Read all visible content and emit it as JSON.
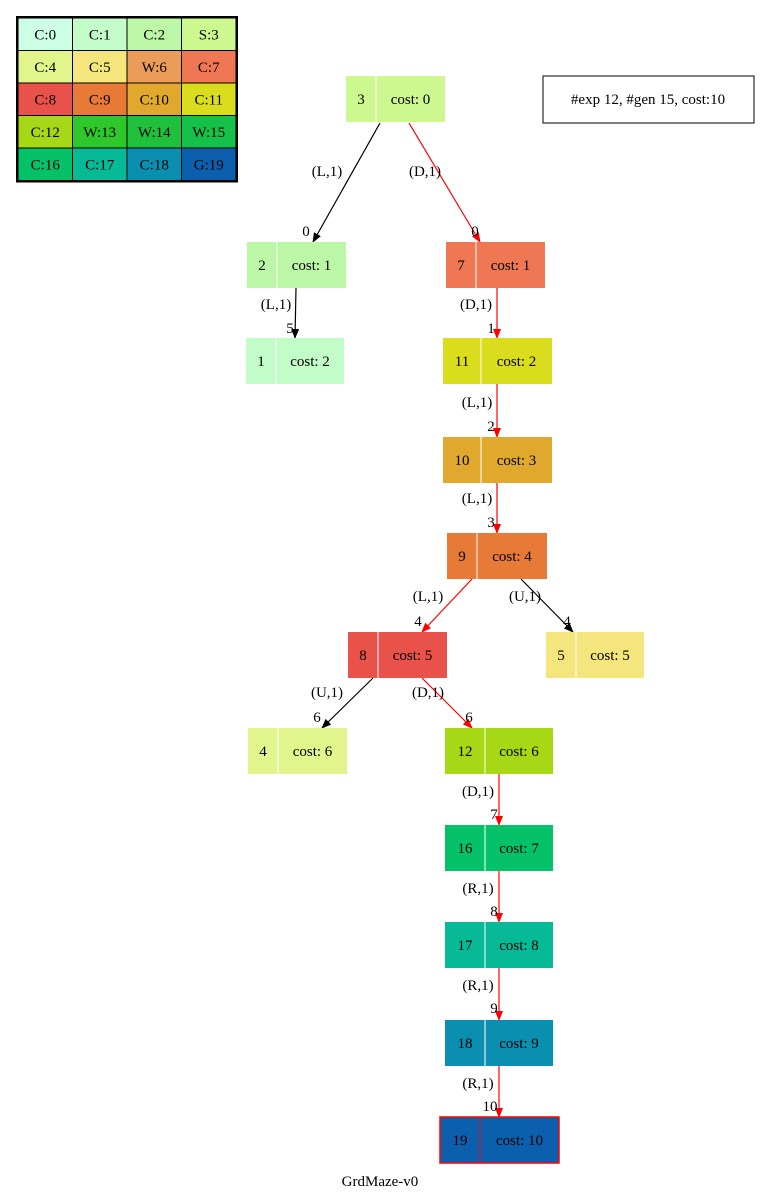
{
  "title": "GrdMaze-v0",
  "stats": "#exp 12, #gen 15, cost:10",
  "grid": [
    [
      {
        "label": "C:0",
        "color": "#ccffe6"
      },
      {
        "label": "C:1",
        "color": "#c2fcc9"
      },
      {
        "label": "C:2",
        "color": "#bcf7a7"
      },
      {
        "label": "S:3",
        "color": "#cdf78f"
      }
    ],
    [
      {
        "label": "C:4",
        "color": "#e2f58c"
      },
      {
        "label": "C:5",
        "color": "#f4e57d"
      },
      {
        "label": "W:6",
        "color": "#eb9c58"
      },
      {
        "label": "C:7",
        "color": "#ef7754"
      }
    ],
    [
      {
        "label": "C:8",
        "color": "#e9514b"
      },
      {
        "label": "C:9",
        "color": "#e77a37"
      },
      {
        "label": "C:10",
        "color": "#e0a92e"
      },
      {
        "label": "C:11",
        "color": "#dadc1e"
      }
    ],
    [
      {
        "label": "C:12",
        "color": "#a6d815"
      },
      {
        "label": "W:13",
        "color": "#2fc82b"
      },
      {
        "label": "W:14",
        "color": "#1fc13c"
      },
      {
        "label": "W:15",
        "color": "#16c149"
      }
    ],
    [
      {
        "label": "C:16",
        "color": "#05c168"
      },
      {
        "label": "C:17",
        "color": "#06b997"
      },
      {
        "label": "C:18",
        "color": "#0b8fb0"
      },
      {
        "label": "G:19",
        "color": "#0b5fac"
      }
    ]
  ],
  "nodes": [
    {
      "id": "3",
      "cost": "cost: 0",
      "color": "#cdf78f"
    },
    {
      "id": "2",
      "cost": "cost: 1",
      "color": "#bcf7a7"
    },
    {
      "id": "7",
      "cost": "cost: 1",
      "color": "#ef7754"
    },
    {
      "id": "1",
      "cost": "cost: 2",
      "color": "#c2fcc9"
    },
    {
      "id": "11",
      "cost": "cost: 2",
      "color": "#dadc1e"
    },
    {
      "id": "10",
      "cost": "cost: 3",
      "color": "#e0a92e"
    },
    {
      "id": "9",
      "cost": "cost: 4",
      "color": "#e77a37"
    },
    {
      "id": "8",
      "cost": "cost: 5",
      "color": "#e9514b"
    },
    {
      "id": "5",
      "cost": "cost: 5",
      "color": "#f4e57d"
    },
    {
      "id": "4",
      "cost": "cost: 6",
      "color": "#e2f58c"
    },
    {
      "id": "12",
      "cost": "cost: 6",
      "color": "#a6d815"
    },
    {
      "id": "16",
      "cost": "cost: 7",
      "color": "#05c168"
    },
    {
      "id": "17",
      "cost": "cost: 8",
      "color": "#06b997"
    },
    {
      "id": "18",
      "cost": "cost: 9",
      "color": "#0b8fb0"
    },
    {
      "id": "19",
      "cost": "cost: 10",
      "color": "#0b5fac"
    }
  ],
  "edges": [
    {
      "action": "(L,1)",
      "order": "0"
    },
    {
      "action": "(D,1)",
      "order": "0"
    },
    {
      "action": "(L,1)",
      "order": "5"
    },
    {
      "action": "(D,1)",
      "order": "1"
    },
    {
      "action": "(L,1)",
      "order": "2"
    },
    {
      "action": "(L,1)",
      "order": "3"
    },
    {
      "action": "(L,1)",
      "order": "4"
    },
    {
      "action": "(U,1)",
      "order": "4"
    },
    {
      "action": "(U,1)",
      "order": "6"
    },
    {
      "action": "(D,1)",
      "order": "6"
    },
    {
      "action": "(D,1)",
      "order": "7"
    },
    {
      "action": "(R,1)",
      "order": "8"
    },
    {
      "action": "(R,1)",
      "order": "9"
    },
    {
      "action": "(R,1)",
      "order": "10"
    }
  ],
  "colors": {
    "path_edge": "#ff0000",
    "other_edge": "#000000",
    "goal_border": "#ff0000"
  }
}
